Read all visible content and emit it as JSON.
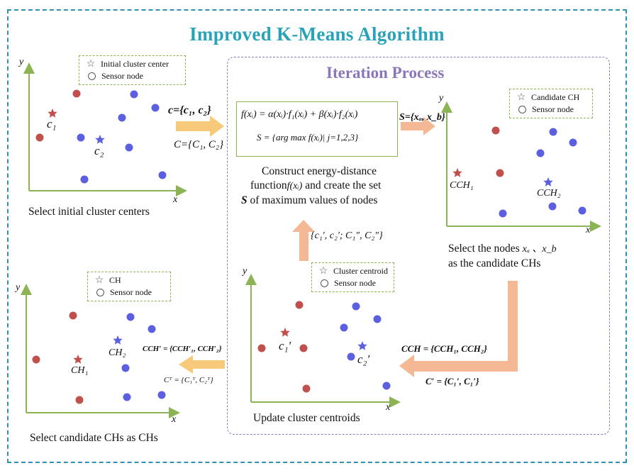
{
  "title": "Improved K-Means Algorithm",
  "iteration_title": "Iteration Process",
  "legends": {
    "initial": {
      "star": "Initial cluster center",
      "circle": "Sensor node"
    },
    "candidate": {
      "star": "Candidate CH",
      "circle": "Sensor node"
    },
    "centroid": {
      "star": "Cluster centroid",
      "circle": "Sensor node"
    },
    "ch": {
      "star": "CH",
      "circle": "Sensor node"
    }
  },
  "captions": {
    "initial": "Select initial  cluster centers",
    "construct_line1": "Construct energy-distance",
    "construct_line2_prefix": "function",
    "construct_line2_suffix": "and create the set",
    "construct_line3_suffix": "of maximum values of nodes",
    "select_nodes_prefix": "Select  the nodes",
    "select_nodes_line2": "as the candidate CHs",
    "update": "Update cluster centroids",
    "select_ch": "Select candidate CHs as CHs"
  },
  "math": {
    "c_set": "c={c₁, c₂}",
    "C_set": "C={C₁, C₂}",
    "S_set": "S={xₐ, x_b}",
    "fx": "f(xᵢ)",
    "S": "S",
    "nodes": "xₐ 、x_b",
    "formula1": "f(xᵢ) = α(xᵢ)·f₁(xᵢ) + β(xᵢ)·f₂(xᵢ)",
    "formula2": "S = {arg max f(xᵢ)| j=1,2,3}",
    "centroids_set": "{c₁′, c₂′; C₁″, C₂″}",
    "CCH_set": "CCH = {CCH₁, CCH₂}",
    "Cprime_set": "C′ = {C₁′, C₁′}",
    "CCHprime_set": "CCH′ = {CCH′₁, CCH′₂}",
    "CT_set": "Cᵀ = {C₁ᵀ, C₂ᵀ}"
  },
  "point_labels": {
    "c1": "c₁",
    "c2": "c₂",
    "CCH1": "CCH₁",
    "CCH2": "CCH₂",
    "c1p": "c₁′",
    "c2p": "c₂′",
    "CH1": "CH₁",
    "CH2": "CH₂"
  },
  "axis": {
    "x": "x",
    "y": "y"
  },
  "colors": {
    "red": "#c0504d",
    "blue": "#5b5fe0",
    "axis": "#8cb354",
    "arrow": "#f7c97a",
    "arrow_orange": "#f5b895",
    "title": "#2aa3b8",
    "iter": "#8a76b8"
  }
}
